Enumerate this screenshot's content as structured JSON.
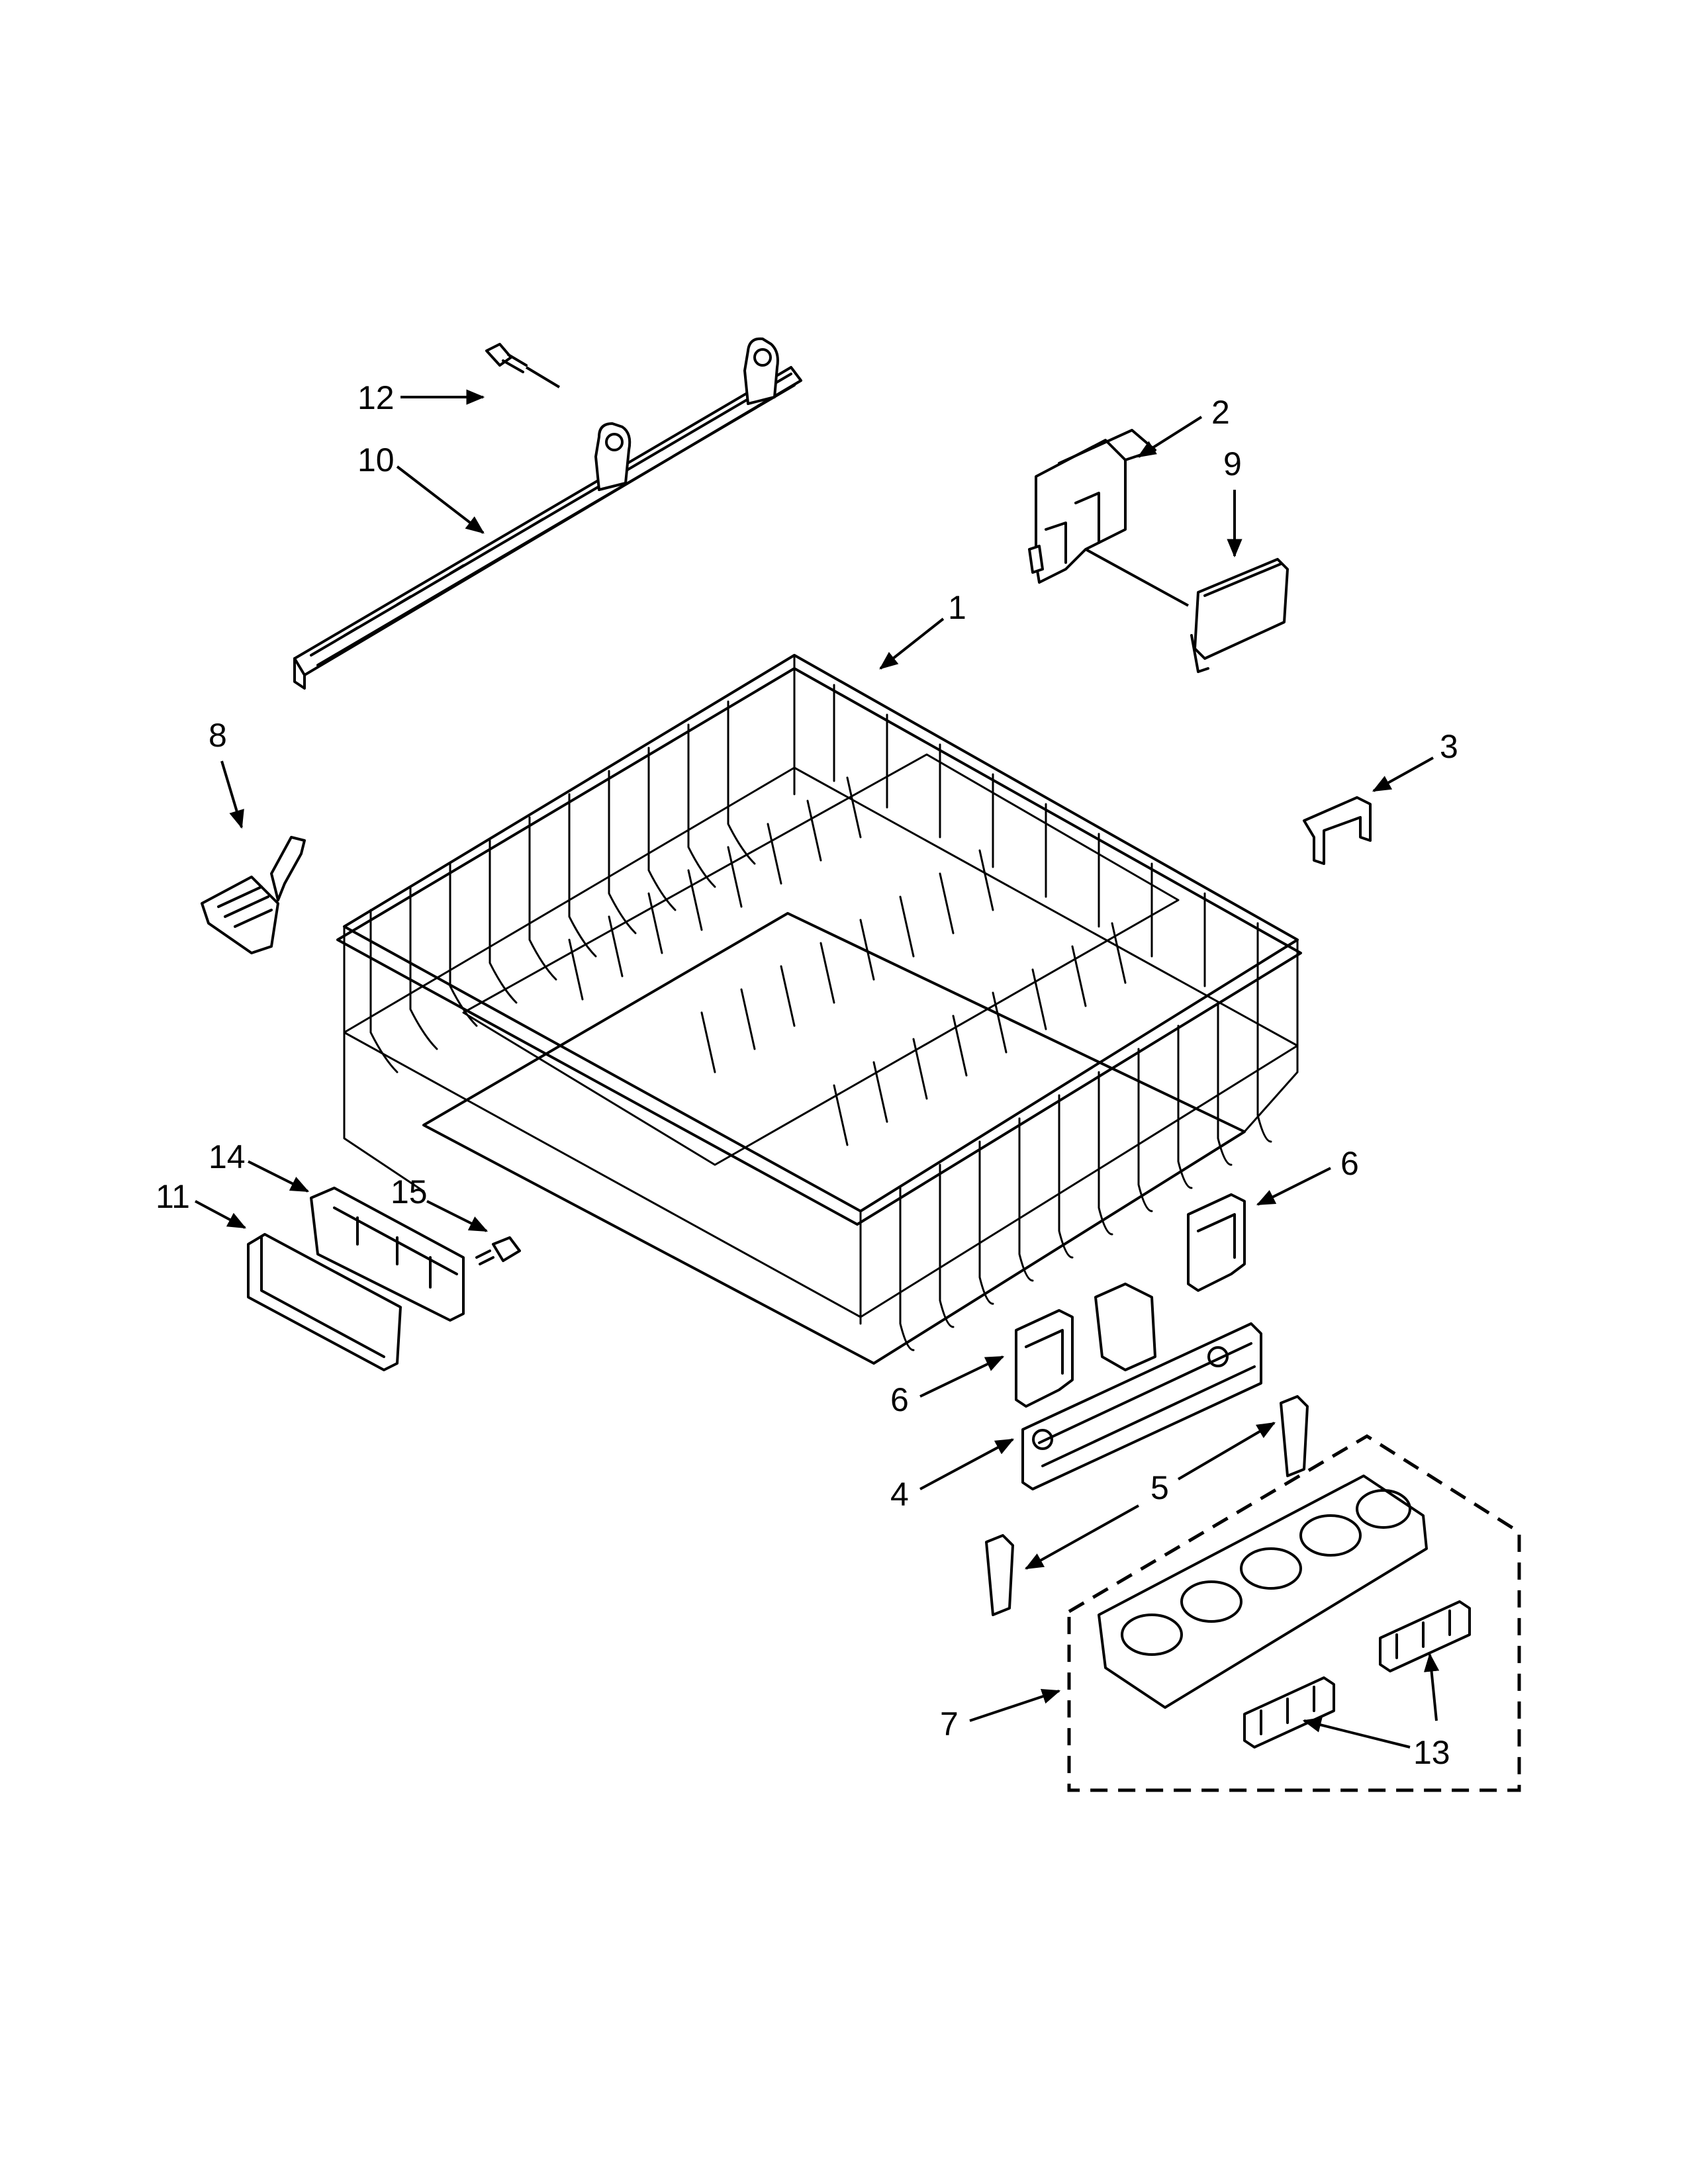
{
  "callouts": [
    {
      "id": "1",
      "text": "1"
    },
    {
      "id": "2",
      "text": "2"
    },
    {
      "id": "3",
      "text": "3"
    },
    {
      "id": "4",
      "text": "4"
    },
    {
      "id": "5",
      "text": "5"
    },
    {
      "id": "6a",
      "text": "6"
    },
    {
      "id": "6b",
      "text": "6"
    },
    {
      "id": "7",
      "text": "7"
    },
    {
      "id": "8",
      "text": "8"
    },
    {
      "id": "9",
      "text": "9"
    },
    {
      "id": "10",
      "text": "10"
    },
    {
      "id": "11",
      "text": "11"
    },
    {
      "id": "12",
      "text": "12"
    },
    {
      "id": "13",
      "text": "13"
    },
    {
      "id": "14",
      "text": "14"
    },
    {
      "id": "15",
      "text": "15"
    }
  ]
}
